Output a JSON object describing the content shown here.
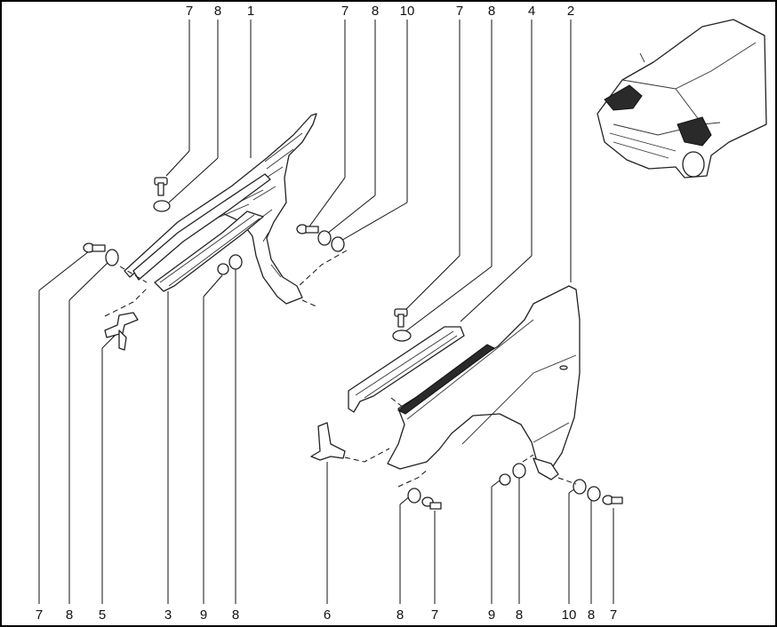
{
  "labels": {
    "top": [
      "7",
      "8",
      "1",
      "7",
      "8",
      "10",
      "7",
      "8",
      "4",
      "2"
    ],
    "bottom": [
      "7",
      "8",
      "5",
      "3",
      "9",
      "8",
      "6",
      "8",
      "7",
      "9",
      "8",
      "10",
      "8",
      "7"
    ]
  },
  "colors": {
    "line": "#222222",
    "paper": "#ffffff",
    "shadow": "#2a2a2a"
  },
  "icons": [
    "car-location-icon"
  ]
}
